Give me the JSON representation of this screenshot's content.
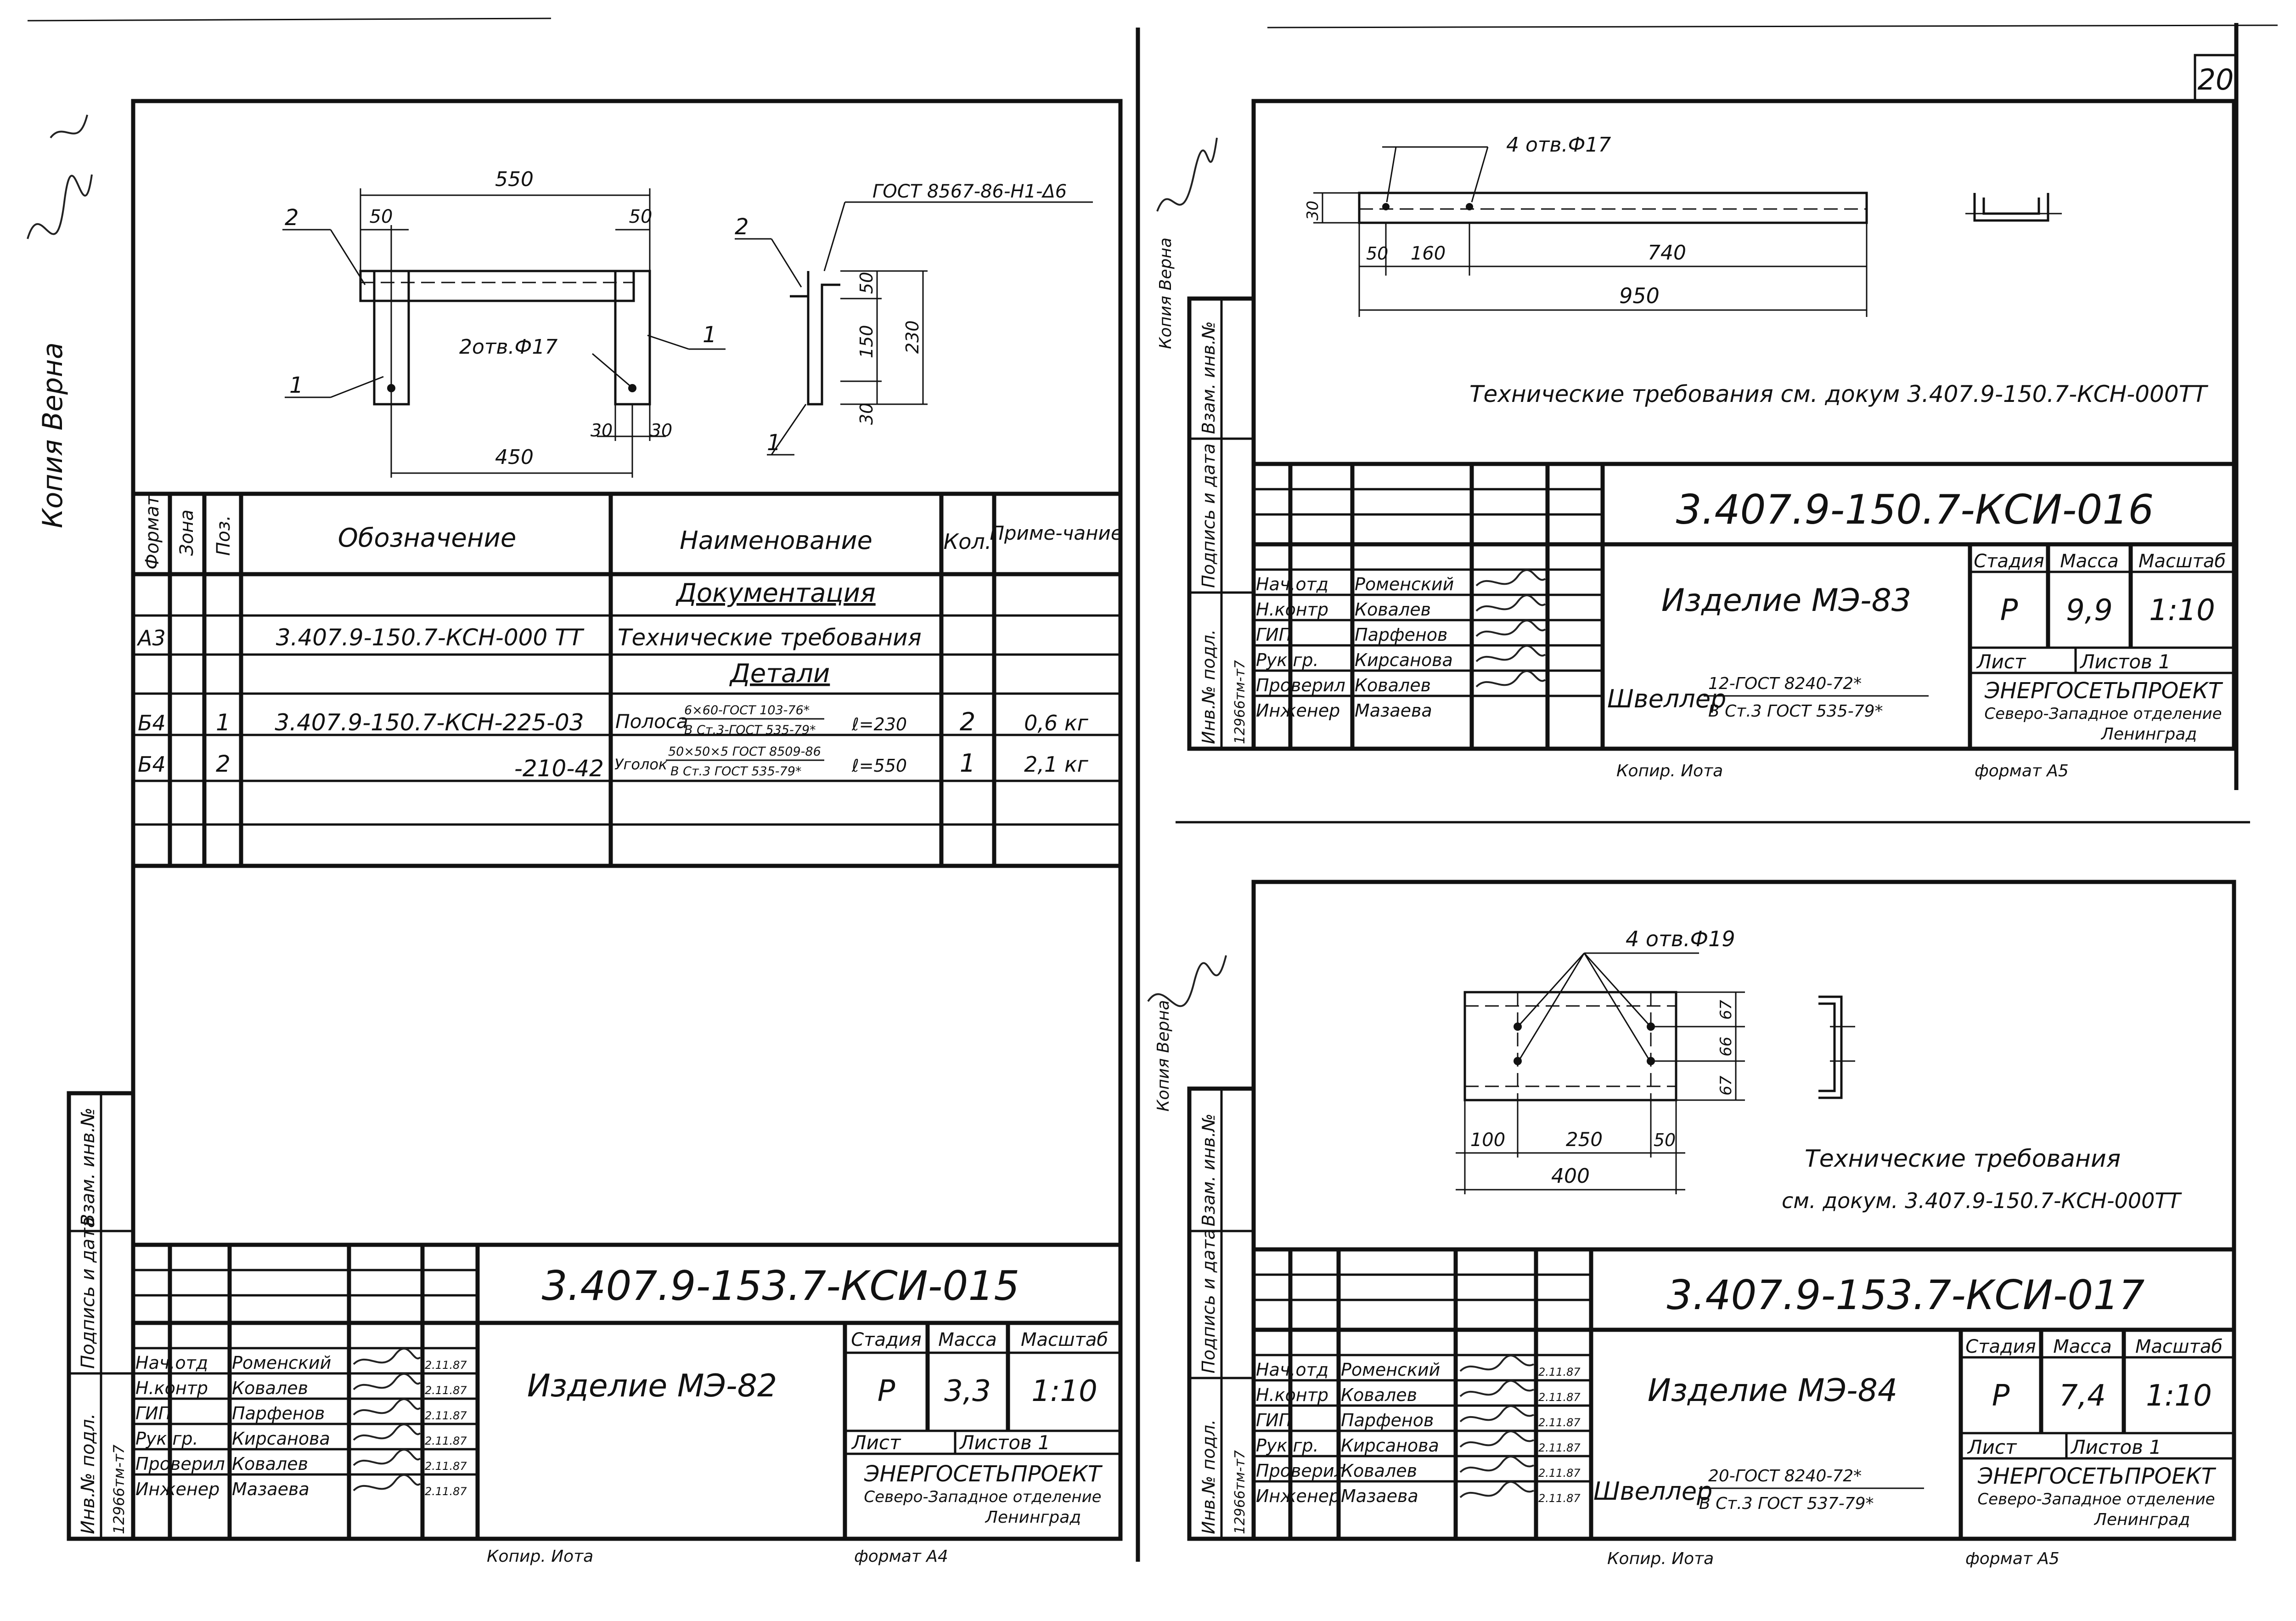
{
  "page_number": "20",
  "margin_stamps": {
    "left_top": "Копия Верна",
    "right_top": "Копия Верна",
    "right_mid": "Копия Верна"
  },
  "sheet_015": {
    "drawing": {
      "dim_550": "550",
      "dim_50_left": "50",
      "dim_50_right": "50",
      "dim_450": "450",
      "dim_30_left": "30",
      "dim_30_right": "30",
      "holes_label": "2отв.Ф17",
      "pos_2_a": "2",
      "pos_1_a": "1",
      "pos_1_b": "1",
      "pos_2_b": "2",
      "pos_1_c": "1",
      "weld_label": "ГОСТ 8567-86-Н1-Δ6",
      "dim_v_50": "50",
      "dim_v_150": "150",
      "dim_v_30": "30",
      "dim_v_230": "230"
    },
    "spec_table": {
      "headers": {
        "format": "Формат",
        "zone": "Зона",
        "pos": "Поз.",
        "designation": "Обозначение",
        "name": "Наименование",
        "qty": "Кол.",
        "note": "Приме-чание"
      },
      "section_docs": "Документация",
      "row_docs": {
        "format": "А3",
        "designation": "3.407.9-150.7-КСН-000 ТТ",
        "name": "Технические требования"
      },
      "section_parts": "Детали",
      "rows": [
        {
          "format": "Б4",
          "pos": "1",
          "designation": "3.407.9-150.7-КСН-225-03",
          "name_main": "Полоса",
          "name_top": "6×60-ГОСТ 103-76*",
          "name_bottom": "В Ст.3-ГОСТ 535-79*",
          "length": "ℓ=230",
          "qty": "2",
          "note": "0,6 кг"
        },
        {
          "format": "Б4",
          "pos": "2",
          "designation": "-210-42",
          "name_main": "Уголок",
          "name_top": "50×50×5 ГОСТ 8509-86",
          "name_bottom": "В Ст.3 ГОСТ 535-79*",
          "length": "ℓ=550",
          "qty": "1",
          "note": "2,1 кг"
        }
      ]
    },
    "title_block": {
      "code": "3.407.9-153.7-КСИ-015",
      "item": "Изделие МЭ-82",
      "stage_label": "Стадия",
      "mass_label": "Масса",
      "scale_label": "Масштаб",
      "stage": "Р",
      "mass": "3,3",
      "scale": "1:10",
      "sheet_label": "Лист",
      "sheets_label": "Листов 1",
      "org": "ЭНЕРГОСЕТЬПРОЕКТ",
      "org_sub": "Северо-Западное отделение",
      "city": "Ленинград",
      "staff": [
        {
          "role": "Нач.отд",
          "name": "Роменский",
          "date": "2.11.87"
        },
        {
          "role": "Н.контр",
          "name": "Ковалев",
          "date": "2.11.87"
        },
        {
          "role": "ГИП",
          "name": "Парфенов",
          "date": "2.11.87"
        },
        {
          "role": "Рук.гр.",
          "name": "Кирсанова",
          "date": "2.11.87"
        },
        {
          "role": "Проверил",
          "name": "Ковалев",
          "date": "2.11.87"
        },
        {
          "role": "Инженер",
          "name": "Мазаева",
          "date": "2.11.87"
        }
      ],
      "copy_label": "Копир. Иота",
      "format_label": "формат А4"
    },
    "side_labels": {
      "inv_podl": "Инв.№ подл.",
      "podpis": "Подпись и дата",
      "vzam": "Взам. инв.№",
      "inv_no": "12966тм-т7"
    }
  },
  "sheet_016": {
    "drawing": {
      "holes_label": "4 отв.Ф17",
      "dim_30": "30",
      "dim_50": "50",
      "dim_160": "160",
      "dim_740": "740",
      "dim_950": "950"
    },
    "tech_req": "Технические требования см. докум 3.407.9-150.7-КСН-000ТТ",
    "title_block": {
      "code": "3.407.9-150.7-КСИ-016",
      "item": "Изделие МЭ-83",
      "stage_label": "Стадия",
      "mass_label": "Масса",
      "scale_label": "Масштаб",
      "stage": "Р",
      "mass": "9,9",
      "scale": "1:10",
      "sheet_label": "Лист",
      "sheets_label": "Листов 1",
      "material_main": "Швеллер",
      "material_top": "12-ГОСТ 8240-72*",
      "material_bottom": "В Ст.3 ГОСТ 535-79*",
      "org": "ЭНЕРГОСЕТЬПРОЕКТ",
      "org_sub": "Северо-Западное отделение",
      "city": "Ленинград",
      "staff": [
        {
          "role": "Нач.отд",
          "name": "Роменский"
        },
        {
          "role": "Н.контр",
          "name": "Ковалев"
        },
        {
          "role": "ГИП",
          "name": "Парфенов"
        },
        {
          "role": "Рук.гр.",
          "name": "Кирсанова"
        },
        {
          "role": "Проверил",
          "name": "Ковалев"
        },
        {
          "role": "Инженер",
          "name": "Мазаева"
        }
      ],
      "copy_label": "Копир. Иота",
      "format_label": "формат А5"
    },
    "side_labels": {
      "inv_podl": "Инв.№ подл.",
      "podpis": "Подпись и дата",
      "vzam": "Взам. инв.№",
      "inv_no": "12966тм-т7"
    }
  },
  "sheet_017": {
    "drawing": {
      "holes_label": "4 отв.Ф19",
      "dim_67_top": "67",
      "dim_66": "66",
      "dim_67_bottom": "67",
      "dim_100": "100",
      "dim_250": "250",
      "dim_50": "50",
      "dim_400": "400"
    },
    "tech_req_1": "Технические требования",
    "tech_req_2": "см. докум. 3.407.9-150.7-КСН-000ТТ",
    "title_block": {
      "code": "3.407.9-153.7-КСИ-017",
      "item": "Изделие МЭ-84",
      "stage_label": "Стадия",
      "mass_label": "Масса",
      "scale_label": "Масштаб",
      "stage": "Р",
      "mass": "7,4",
      "scale": "1:10",
      "sheet_label": "Лист",
      "sheets_label": "Листов 1",
      "material_main": "Швеллер",
      "material_top": "20-ГОСТ 8240-72*",
      "material_bottom": "В Ст.3 ГОСТ 537-79*",
      "org": "ЭНЕРГОСЕТЬПРОЕКТ",
      "org_sub": "Северо-Западное отделение",
      "city": "Ленинград",
      "staff": [
        {
          "role": "Нач.отд",
          "name": "Роменский",
          "date": "2.11.87"
        },
        {
          "role": "Н.контр",
          "name": "Ковалев",
          "date": "2.11.87"
        },
        {
          "role": "ГИП",
          "name": "Парфенов",
          "date": "2.11.87"
        },
        {
          "role": "Рук.гр.",
          "name": "Кирсанова",
          "date": "2.11.87"
        },
        {
          "role": "Проверил",
          "name": "Ковалев",
          "date": "2.11.87"
        },
        {
          "role": "Инженер",
          "name": "Мазаева",
          "date": "2.11.87"
        }
      ],
      "copy_label": "Копир. Иота",
      "format_label": "формат А5"
    },
    "side_labels": {
      "inv_podl": "Инв.№ подл.",
      "podpis": "Подпись и дата",
      "vzam": "Взам. инв.№",
      "inv_no": "12966тм-т7"
    }
  }
}
